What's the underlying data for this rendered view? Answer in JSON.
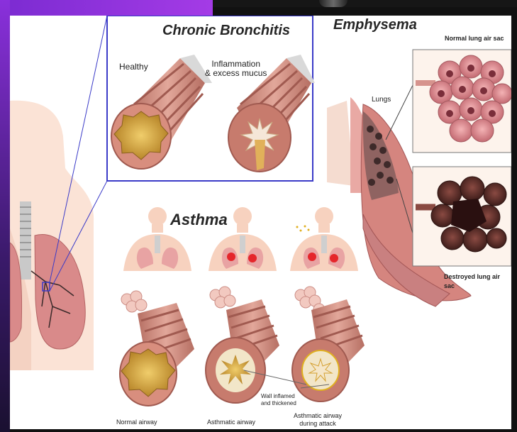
{
  "chronic_bronchitis": {
    "title": "Chronic Bronchitis",
    "healthy_label": "Healthy",
    "inflamed_label": "Inflammation\n& excess mucus"
  },
  "emphysema": {
    "title": "Emphysema",
    "lungs_label": "Lungs",
    "normal_label": "Normal lung air sac",
    "destroyed_label": "Destroyed lung air sac"
  },
  "asthma": {
    "title": "Asthma",
    "wall_label": "Wall inflamed\nand thickened",
    "normal_airway": "Normal airway",
    "asthmatic_airway": "Asthmatic airway",
    "attack_airway": "Asthmatic airway\nduring attack"
  },
  "colors": {
    "box_border": "#3b3bc8",
    "airway_pink": "#c98a7c",
    "lumen_yellow": "#d9a93a",
    "alveoli_dark": "#5a2d2a"
  }
}
